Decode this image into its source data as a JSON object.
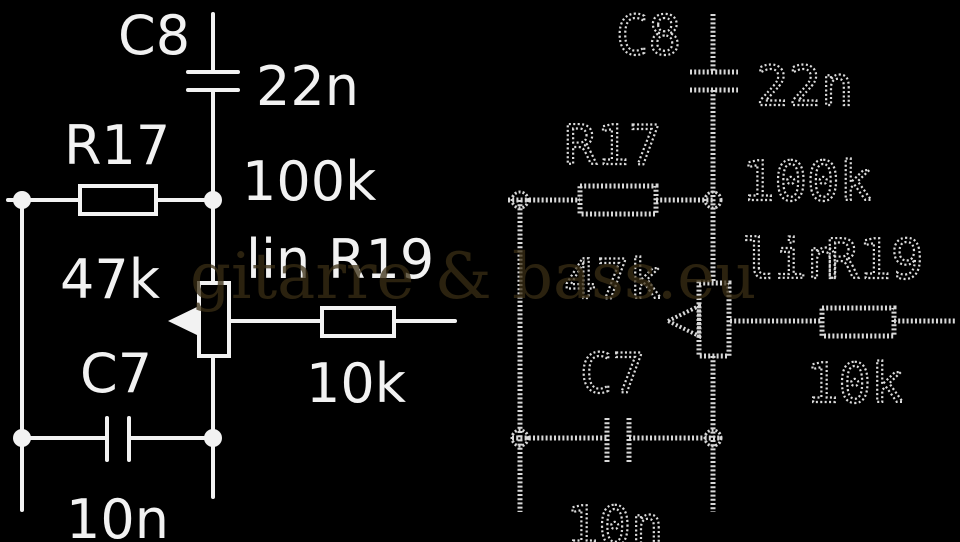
{
  "watermark": "gitarre & bass.eu",
  "schematic": {
    "c8": {
      "ref": "C8",
      "value": "22n"
    },
    "r17": {
      "ref": "R17",
      "value": "47k"
    },
    "r19": {
      "ref": "R19",
      "value": "100k",
      "taper": "lin"
    },
    "r_series": {
      "value": "10k"
    },
    "c7": {
      "ref": "C7",
      "value": "10n"
    }
  },
  "colors": {
    "background": "#000000",
    "ink": "#f2f2f2",
    "watermark": "#3a2e14"
  }
}
